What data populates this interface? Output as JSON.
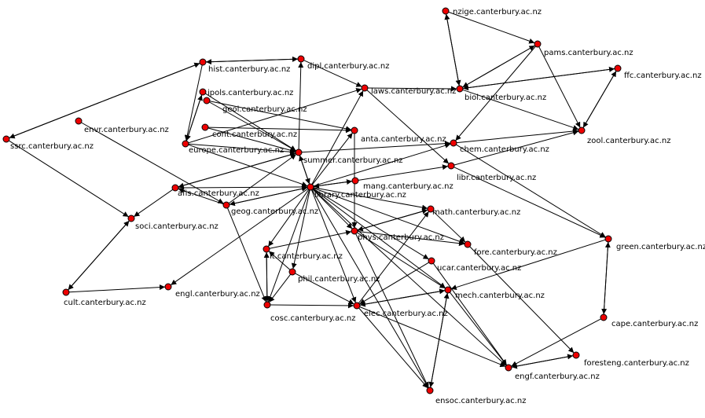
{
  "graph": {
    "node_color": "#ee0000",
    "edge_color": "#000000",
    "nodes": [
      {
        "id": "nzige",
        "label": "nzige.canterbury.ac.nz"
      },
      {
        "id": "pams",
        "label": "pams.canterbury.ac.nz"
      },
      {
        "id": "ffc",
        "label": "ffc.canterbury.ac.nz"
      },
      {
        "id": "hist",
        "label": "hist.canterbury.ac.nz"
      },
      {
        "id": "dipl",
        "label": "dipl.canterbury.ac.nz"
      },
      {
        "id": "laws",
        "label": "laws.canterbury.ac.nz"
      },
      {
        "id": "biol",
        "label": "biol.canterbury.ac.nz"
      },
      {
        "id": "ipols",
        "label": "ipols.canterbury.ac.nz"
      },
      {
        "id": "geol",
        "label": "geol.canterbury.ac.nz"
      },
      {
        "id": "envr",
        "label": "envr.canterbury.ac.nz"
      },
      {
        "id": "cont",
        "label": "cont.canterbury.ac.nz"
      },
      {
        "id": "anta",
        "label": "anta.canterbury.ac.nz"
      },
      {
        "id": "zool",
        "label": "zool.canterbury.ac.nz"
      },
      {
        "id": "ssrc",
        "label": "ssrc.canterbury.ac.nz"
      },
      {
        "id": "europe",
        "label": "europe.canterbury.ac.nz"
      },
      {
        "id": "chem",
        "label": "chem.canterbury.ac.nz"
      },
      {
        "id": "summer",
        "label": "summer.canterbury.ac.nz"
      },
      {
        "id": "libr",
        "label": "libr.canterbury.ac.nz"
      },
      {
        "id": "afis",
        "label": "afis.canterbury.ac.nz"
      },
      {
        "id": "library",
        "label": "library.canterbury.ac.nz"
      },
      {
        "id": "mang",
        "label": "mang.canterbury.ac.nz"
      },
      {
        "id": "geog",
        "label": "geog.canterbury.ac.nz"
      },
      {
        "id": "math",
        "label": "math.canterbury.ac.nz"
      },
      {
        "id": "soci",
        "label": "soci.canterbury.ac.nz"
      },
      {
        "id": "phys",
        "label": "phys.canterbury.ac.nz"
      },
      {
        "id": "green",
        "label": "green.canterbury.ac.nz"
      },
      {
        "id": "fore",
        "label": "fore.canterbury.ac.nz"
      },
      {
        "id": "it",
        "label": "it.canterbury.ac.nz"
      },
      {
        "id": "ucar",
        "label": "ucar.canterbury.ac.nz"
      },
      {
        "id": "phil",
        "label": "phil.canterbury.ac.nz"
      },
      {
        "id": "mech",
        "label": "mech.canterbury.ac.nz"
      },
      {
        "id": "cult",
        "label": "cult.canterbury.ac.nz"
      },
      {
        "id": "engl",
        "label": "engl.canterbury.ac.nz"
      },
      {
        "id": "elec",
        "label": "elec.canterbury.ac.nz"
      },
      {
        "id": "cosc",
        "label": "cosc.canterbury.ac.nz"
      },
      {
        "id": "cape",
        "label": "cape.canterbury.ac.nz"
      },
      {
        "id": "foresteng",
        "label": "foresteng.canterbury.ac.nz"
      },
      {
        "id": "engf",
        "label": "engf.canterbury.ac.nz"
      },
      {
        "id": "ensoc",
        "label": "ensoc.canterbury.ac.nz"
      }
    ],
    "edges": [
      [
        "nzige",
        "pams"
      ],
      [
        "nzige",
        "biol"
      ],
      [
        "biol",
        "nzige"
      ],
      [
        "pams",
        "biol"
      ],
      [
        "pams",
        "zool"
      ],
      [
        "biol",
        "pams"
      ],
      [
        "ffc",
        "biol"
      ],
      [
        "biol",
        "ffc"
      ],
      [
        "ffc",
        "zool"
      ],
      [
        "zool",
        "ffc"
      ],
      [
        "biol",
        "zool"
      ],
      [
        "chem",
        "zool"
      ],
      [
        "pams",
        "chem"
      ],
      [
        "hist",
        "dipl"
      ],
      [
        "dipl",
        "hist"
      ],
      [
        "hist",
        "ssrc"
      ],
      [
        "ssrc",
        "hist"
      ],
      [
        "hist",
        "europe"
      ],
      [
        "dipl",
        "laws"
      ],
      [
        "summer",
        "dipl"
      ],
      [
        "laws",
        "biol"
      ],
      [
        "laws",
        "libr"
      ],
      [
        "ipols",
        "europe"
      ],
      [
        "europe",
        "ipols"
      ],
      [
        "ipols",
        "summer"
      ],
      [
        "geol",
        "summer"
      ],
      [
        "geol",
        "anta"
      ],
      [
        "envr",
        "geog"
      ],
      [
        "cont",
        "anta"
      ],
      [
        "cont",
        "summer"
      ],
      [
        "europe",
        "laws"
      ],
      [
        "europe",
        "summer"
      ],
      [
        "europe",
        "library"
      ],
      [
        "summer",
        "chem"
      ],
      [
        "summer",
        "afis"
      ],
      [
        "summer",
        "library"
      ],
      [
        "library",
        "summer"
      ],
      [
        "library",
        "anta"
      ],
      [
        "library",
        "laws"
      ],
      [
        "library",
        "chem"
      ],
      [
        "library",
        "mang"
      ],
      [
        "library",
        "math"
      ],
      [
        "library",
        "phys"
      ],
      [
        "library",
        "fore"
      ],
      [
        "library",
        "ucar"
      ],
      [
        "library",
        "it"
      ],
      [
        "library",
        "phil"
      ],
      [
        "library",
        "cosc"
      ],
      [
        "library",
        "elec"
      ],
      [
        "library",
        "ensoc"
      ],
      [
        "library",
        "engl"
      ],
      [
        "library",
        "mech"
      ],
      [
        "library",
        "engf"
      ],
      [
        "library",
        "geog"
      ],
      [
        "afis",
        "library"
      ],
      [
        "afis",
        "summer"
      ],
      [
        "afis",
        "soci"
      ],
      [
        "geog",
        "summer"
      ],
      [
        "geog",
        "library"
      ],
      [
        "geog",
        "afis"
      ],
      [
        "mang",
        "library"
      ],
      [
        "mang",
        "libr"
      ],
      [
        "anta",
        "phys"
      ],
      [
        "libr",
        "zool"
      ],
      [
        "libr",
        "green"
      ],
      [
        "ssrc",
        "soci"
      ],
      [
        "soci",
        "cult"
      ],
      [
        "cult",
        "soci"
      ],
      [
        "cult",
        "engl"
      ],
      [
        "it",
        "cosc"
      ],
      [
        "cosc",
        "it"
      ],
      [
        "phil",
        "it"
      ],
      [
        "phil",
        "cosc"
      ],
      [
        "it",
        "phys"
      ],
      [
        "phys",
        "math"
      ],
      [
        "phys",
        "fore"
      ],
      [
        "phys",
        "mech"
      ],
      [
        "math",
        "phys"
      ],
      [
        "math",
        "fore"
      ],
      [
        "ucar",
        "elec"
      ],
      [
        "elec",
        "mech"
      ],
      [
        "mech",
        "elec"
      ],
      [
        "elec",
        "math"
      ],
      [
        "elec",
        "engf"
      ],
      [
        "elec",
        "ensoc"
      ],
      [
        "mech",
        "engf"
      ],
      [
        "mech",
        "ensoc"
      ],
      [
        "ensoc",
        "mech"
      ],
      [
        "cosc",
        "elec"
      ],
      [
        "phil",
        "elec"
      ],
      [
        "green",
        "cape"
      ],
      [
        "cape",
        "green"
      ],
      [
        "green",
        "mech"
      ],
      [
        "cape",
        "engf"
      ],
      [
        "foresteng",
        "engf"
      ],
      [
        "engf",
        "foresteng"
      ],
      [
        "fore",
        "foresteng"
      ],
      [
        "chem",
        "green"
      ],
      [
        "ucar",
        "engf"
      ],
      [
        "geog",
        "cosc"
      ],
      [
        "phys",
        "ensoc"
      ]
    ]
  }
}
